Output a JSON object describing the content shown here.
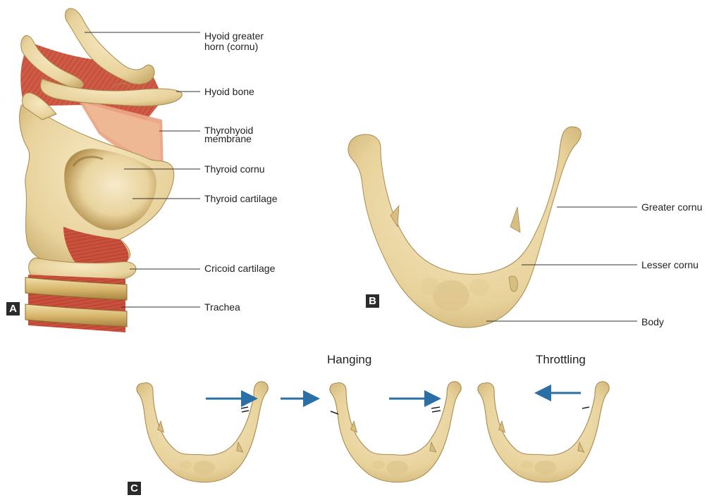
{
  "panel_a": {
    "letter": "A",
    "labels": {
      "hyoid_greater_horn": "Hyoid greater\nhorn (cornu)",
      "hyoid_bone": "Hyoid bone",
      "thyrohyoid_membrane": "Thyrohyoid\nmembrane",
      "thyroid_cornu": "Thyroid cornu",
      "thyroid_cartilage": "Thyroid cartilage",
      "cricoid_cartilage": "Cricoid cartilage",
      "trachea": "Trachea"
    }
  },
  "panel_b": {
    "letter": "B",
    "labels": {
      "greater_cornu": "Greater cornu",
      "lesser_cornu": "Lesser cornu",
      "body": "Body"
    }
  },
  "panel_c": {
    "letter": "C",
    "hanging_label": "Hanging",
    "throttling_label": "Throttling"
  },
  "colors": {
    "bone": "#ecd9a6",
    "bone_shadow": "#c7ae72",
    "muscle": "#cf5a45",
    "membrane": "#eeb08e",
    "arrow": "#2a6fa6",
    "leader": "#333333"
  }
}
